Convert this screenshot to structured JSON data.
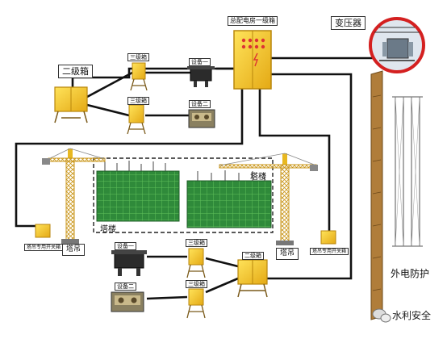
{
  "labels": {
    "main_box": "总配电房一级箱",
    "transformer": "变压器",
    "secondary_box_top": "二级箱",
    "tertiary_box_1": "三级箱",
    "tertiary_box_2": "三级箱",
    "equipment_1_top": "设备一",
    "equipment_2_top": "设备二",
    "tower_building_1": "塔楼",
    "tower_building_2": "塔楼",
    "tower_crane_left": "塔吊",
    "tower_crane_right": "塔吊",
    "crane_switch_left": "塔吊专用开关箱",
    "crane_switch_right": "塔吊专用开关箱",
    "equipment_1_bottom": "设备一",
    "equipment_2_bottom": "设备二",
    "tertiary_box_3": "三级箱",
    "tertiary_box_4": "三级箱",
    "secondary_box_bottom": "二级箱",
    "external_protection": "外电防护"
  },
  "watermark": {
    "text": "水利安全",
    "icon": "wechat-icon"
  },
  "colors": {
    "cable": "#111111",
    "box_yellow": "#f3c62a",
    "box_edge": "#b8860b",
    "building_green": "#2f8a3a",
    "crane": "#e8b820",
    "fence": "#a87a3a",
    "transformer_ring": "#d42020"
  }
}
